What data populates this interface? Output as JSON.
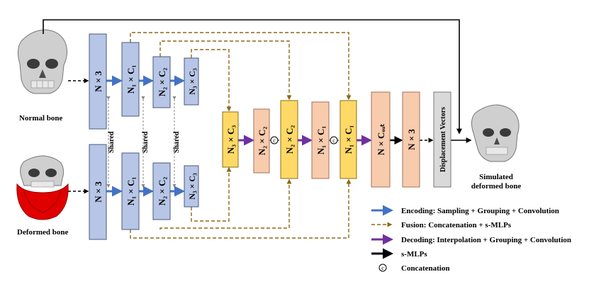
{
  "input_labels": {
    "normal": "Normal bone",
    "deformed": "Deformed bone"
  },
  "output_label": {
    "line1": "Simulated",
    "line2": "deformed bone"
  },
  "shared_label": "Shared",
  "concat_symbol": "c",
  "blocks": {
    "n3": "N × 3",
    "n1c1": "N₁ × C₁",
    "n2c2": "N₂ × C₂",
    "n3c3": "N₃ × C₃",
    "ncout": "N × Cₒᵤₜ",
    "disp": "Displacement Vectors"
  },
  "legend": {
    "encoding": "Encoding: Sampling + Grouping + Convolution",
    "fusion": "Fusion: Concatenation + s-MLPs",
    "decoding": "Decoding: Interpolation + Grouping + Convolution",
    "smlp": "s-MLPs",
    "concat": "Concatenation"
  },
  "colors": {
    "encoder_block": "#b7c6e6",
    "fusion_block": "#ffd966",
    "decoder_block": "#f8cbad",
    "disp_block": "#d9d9d9",
    "encoding_arrow": "#4472c4",
    "fusion_arrow": "#8b6914",
    "decoding_arrow": "#7030a0",
    "smlp_arrow": "#000000",
    "bone": "#c8c8c8",
    "muscle": "#e00000"
  }
}
